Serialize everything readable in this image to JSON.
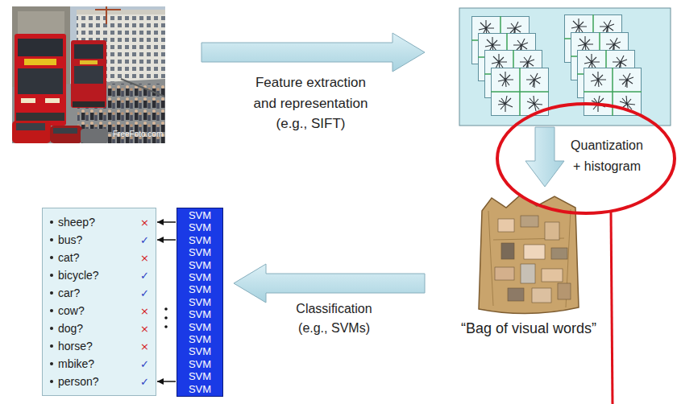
{
  "diagram": {
    "nodes": [
      {
        "text": [
          "sheep?",
          "×",
          "bus?",
          "✓",
          "cat?",
          "×",
          "bicycle?",
          "✓",
          "car?",
          "✓",
          "cow?",
          "×",
          "dog?",
          "×",
          "horse?",
          "×",
          "mbike?",
          "✓",
          "person?",
          "✓"
        ]
      },
      {
        "text": [
          "SVM",
          "SVM",
          "SVM",
          "SVM",
          "SVM",
          "SVM",
          "SVM",
          "SVM",
          "SVM",
          "SVM",
          "SVM",
          "SVM",
          "SVM",
          "SVM",
          "SVM"
        ]
      }
    ],
    "edges": [
      {
        "from": 1,
        "to": 0,
        "arrow": "to"
      },
      {
        "from": 1,
        "to": 0,
        "arrow": "to"
      },
      {
        "from": 1,
        "to": 0,
        "arrow": "to"
      }
    ],
    "labels": [
      "Feature extraction and representation (e.g., SIFT)",
      "Quantization + histogram",
      "“Bag of visual words”",
      "Classification (e.g., SVMs)",
      "FreeFoto.com"
    ]
  }
}
